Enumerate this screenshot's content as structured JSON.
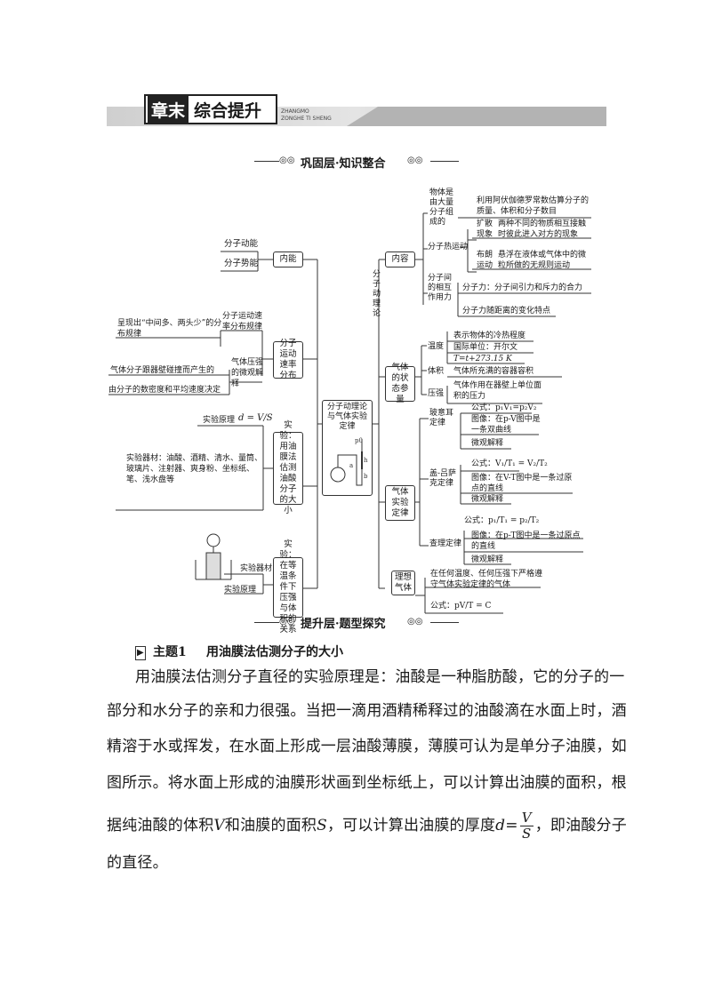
{
  "header": {
    "title_a": "章末",
    "title_b": "综合提升",
    "pinyin_1": "ZHANGMO",
    "pinyin_2": "ZONGHE TI SHENG"
  },
  "section1": {
    "title": "巩固层·知识整合"
  },
  "section2": {
    "title": "提升层·题型探究"
  },
  "mindmap": {
    "center": "分子动理论与气体实验定律",
    "center_fig_labels": {
      "p0": "p0",
      "h": "h",
      "a": "a",
      "b": "b"
    },
    "left": {
      "neineng": {
        "label": "内能",
        "items": [
          "分子动能",
          "分子势能"
        ]
      },
      "sulv": {
        "label": "分子运动速率分布",
        "sub1": "分子运动速率分布规律",
        "sub1_desc": "呈现出“中间多、两头少”的分布规律",
        "sub2": "气体压强的微观解释",
        "sub2_desc1": "气体分子跟器壁碰撞而产生的",
        "sub2_desc2": "由分子的数密度和平均速度决定"
      },
      "youmo": {
        "label": "实验：用油膜法估测油酸分子的大小",
        "principle": "实验原理",
        "formula": "d = V/S",
        "materials": "实验器材：油酸、酒精、清水、量筒、玻璃片、注射器、爽身粉、坐标纸、笔、浅水盘等"
      },
      "dengwen": {
        "label": "实验：在等温条件下压强与体积的关系",
        "items": [
          "实验器材",
          "实验原理"
        ]
      }
    },
    "right": {
      "dongli_label": "分子动理论",
      "neirong": {
        "label": "内容",
        "r1_key": "物体是由大量分子组成的",
        "r1_val": "利用阿伏伽德罗常数估算分子的质量、体积和分子数目",
        "r2_key": "分子热运动",
        "r2a_key": "扩散现象",
        "r2a_val": "两种不同的物质相互接触时彼此进入对方的现象",
        "r2b_key": "布朗运动",
        "r2b_val": "悬浮在液体或气体中的微粒所做的无规则运动",
        "r3_key": "分子间的相互作用力",
        "r3a_val": "分子力：分子间引力和斥力的合力",
        "r3b_val": "分子力随距离的变化特点"
      },
      "zhuangtai": {
        "label": "气体的状态参量",
        "wendu": "温度",
        "wendu_v1": "表示物体的冷热程度",
        "wendu_v2": "国际单位：开尔文",
        "wendu_v3": "T=t+273.15 K",
        "tiji": "体积",
        "tiji_v": "气体所充满的容器容积",
        "yaqiang": "压强",
        "yaqiang_v": "气体作用在器壁上单位面积的压力"
      },
      "shiyan": {
        "label": "气体实验定律",
        "boyle": "玻意耳定律",
        "boyle_f": "公式：p₁V₁=p₂V₂",
        "boyle_img": "图像：在p-V图中是一条双曲线",
        "boyle_m": "微观解释",
        "gay": "盖-吕萨克定律",
        "gay_f": "公式：V₁/T₁ = V₂/T₂",
        "gay_img": "图像：在V-T图中是一条过原点的直线",
        "gay_m": "微观解释",
        "charles": "查理定律",
        "charles_f": "公式：p₁/T₁ = p₂/T₂",
        "charles_img": "图像：在p-T图中是一条过原点的直线",
        "charles_m": "微观解释"
      },
      "lixiang": {
        "label": "理想气体",
        "v1": "在任何温度、任何压强下严格遵守气体实验定律的气体",
        "v2": "公式：pV/T = C"
      }
    }
  },
  "topic": {
    "marker": "▶",
    "label": "主题1",
    "title": "用油膜法估测分子的大小"
  },
  "body": {
    "line1": "用油膜法估测分子直径的实验原理是：油酸是一种脂肪酸，它的分子的一",
    "line2": "部分和水分子的亲和力很强。当把一滴用酒精稀释过的油酸滴在水面上时，酒",
    "line3": "精溶于水或挥发，在水面上形成一层油酸薄膜，薄膜可认为是单分子油膜，如",
    "line4": "图所示。将水面上形成的油膜形状画到坐标纸上，可以计算出油膜的面积，根",
    "line5a": "据纯油酸的体积",
    "line5b": "V",
    "line5c": "和油膜的面积",
    "line5d": "S",
    "line5e": "，可以计算出油膜的厚度",
    "line5f": "d=",
    "frac_num": "V",
    "frac_den": "S",
    "line5g": "，即油酸分子",
    "line6": "的直径。"
  }
}
